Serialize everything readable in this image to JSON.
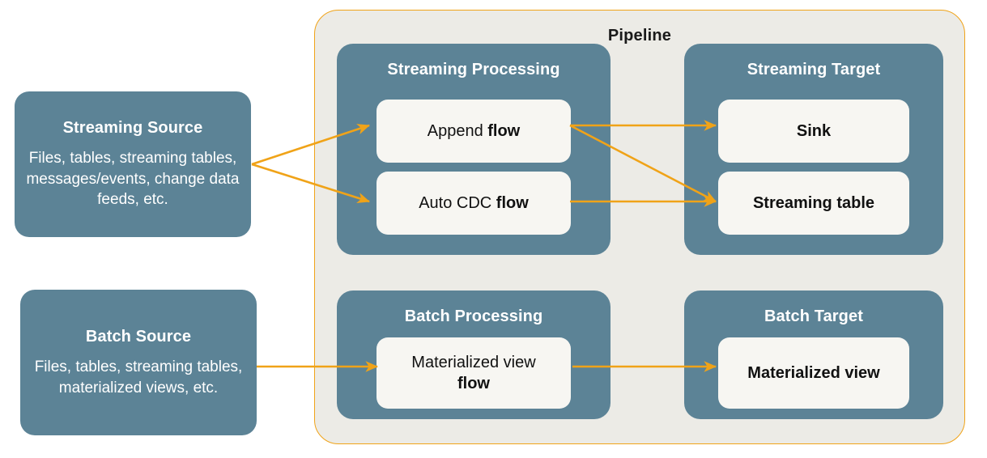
{
  "colors": {
    "panel_teal": "#5C8396",
    "container_bg": "#ECEBE6",
    "container_border": "#F0A318",
    "card_bg": "#F7F6F2",
    "arrow": "#F0A318",
    "text_dark": "#111111",
    "text_light": "#FFFFFF"
  },
  "sources": {
    "streaming": {
      "title": "Streaming Source",
      "description": "Files, tables, streaming tables, messages/events, change data feeds, etc."
    },
    "batch": {
      "title": "Batch Source",
      "description": "Files, tables, streaming tables, materialized views, etc."
    }
  },
  "pipeline": {
    "title": "Pipeline",
    "panels": {
      "streaming_processing": {
        "title": "Streaming Processing",
        "cards": [
          {
            "prefix": "Append ",
            "bold": "flow"
          },
          {
            "prefix": "Auto CDC ",
            "bold": "flow"
          }
        ]
      },
      "streaming_target": {
        "title": "Streaming Target",
        "cards": [
          {
            "label": "Sink"
          },
          {
            "label": "Streaming table"
          }
        ]
      },
      "batch_processing": {
        "title": "Batch Processing",
        "cards": [
          {
            "prefix": "Materialized view",
            "bold": "flow"
          }
        ]
      },
      "batch_target": {
        "title": "Batch Target",
        "cards": [
          {
            "label": "Materialized view"
          }
        ]
      }
    }
  },
  "arrows": [
    {
      "name": "streaming-source-to-append-flow",
      "from": "Streaming Source",
      "to": "Append flow"
    },
    {
      "name": "streaming-source-to-auto-cdc-flow",
      "from": "Streaming Source",
      "to": "Auto CDC flow"
    },
    {
      "name": "append-flow-to-sink",
      "from": "Append flow",
      "to": "Sink"
    },
    {
      "name": "append-flow-to-streaming-table",
      "from": "Append flow",
      "to": "Streaming table"
    },
    {
      "name": "auto-cdc-flow-to-streaming-table",
      "from": "Auto CDC flow",
      "to": "Streaming table"
    },
    {
      "name": "batch-source-to-materialized-view-flow",
      "from": "Batch Source",
      "to": "Materialized view flow"
    },
    {
      "name": "materialized-view-flow-to-materialized-view",
      "from": "Materialized view flow",
      "to": "Materialized view"
    }
  ]
}
